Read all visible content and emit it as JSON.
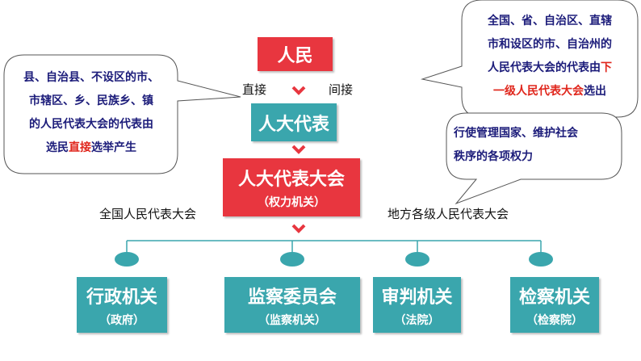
{
  "top": {
    "people": "人民",
    "direct": "直接",
    "indirect": "间接",
    "deputies": "人大代表",
    "congress": "人大代表大会",
    "congress_sub": "（权力机关）"
  },
  "labels": {
    "national": "全国人民代表大会",
    "local": "地方各级人民代表大会"
  },
  "organs": [
    {
      "name": "行政机关",
      "sub": "（政府）"
    },
    {
      "name": "监察委员会",
      "sub": "（监察机关）"
    },
    {
      "name": "审判机关",
      "sub": "（法院）"
    },
    {
      "name": "检察机关",
      "sub": "（检察院）"
    }
  ],
  "bubble_left": {
    "l1": "县、自治县、不设区的市、",
    "l2": "市辖区、乡、民族乡、镇",
    "l3": "的人民代表大会的代表由",
    "l4a": "选民",
    "l4b": "直接",
    "l4c": "选举产生"
  },
  "bubble_right": {
    "l1": "全国、省、自治区、直辖",
    "l2": "市和设区的市、自治州的",
    "l3a": "人民代表大会的代表由",
    "l3b": "下",
    "l4a": "一级人民代表大会",
    "l4b": "选出"
  },
  "bubble_power": {
    "l1": "行使管理国家、维护社会",
    "l2": "秩序的各项权力"
  },
  "colors": {
    "red": "#e8363f",
    "teal": "#3aa6ad",
    "navy": "#1c1c7a",
    "highlight": "#e0261c"
  }
}
